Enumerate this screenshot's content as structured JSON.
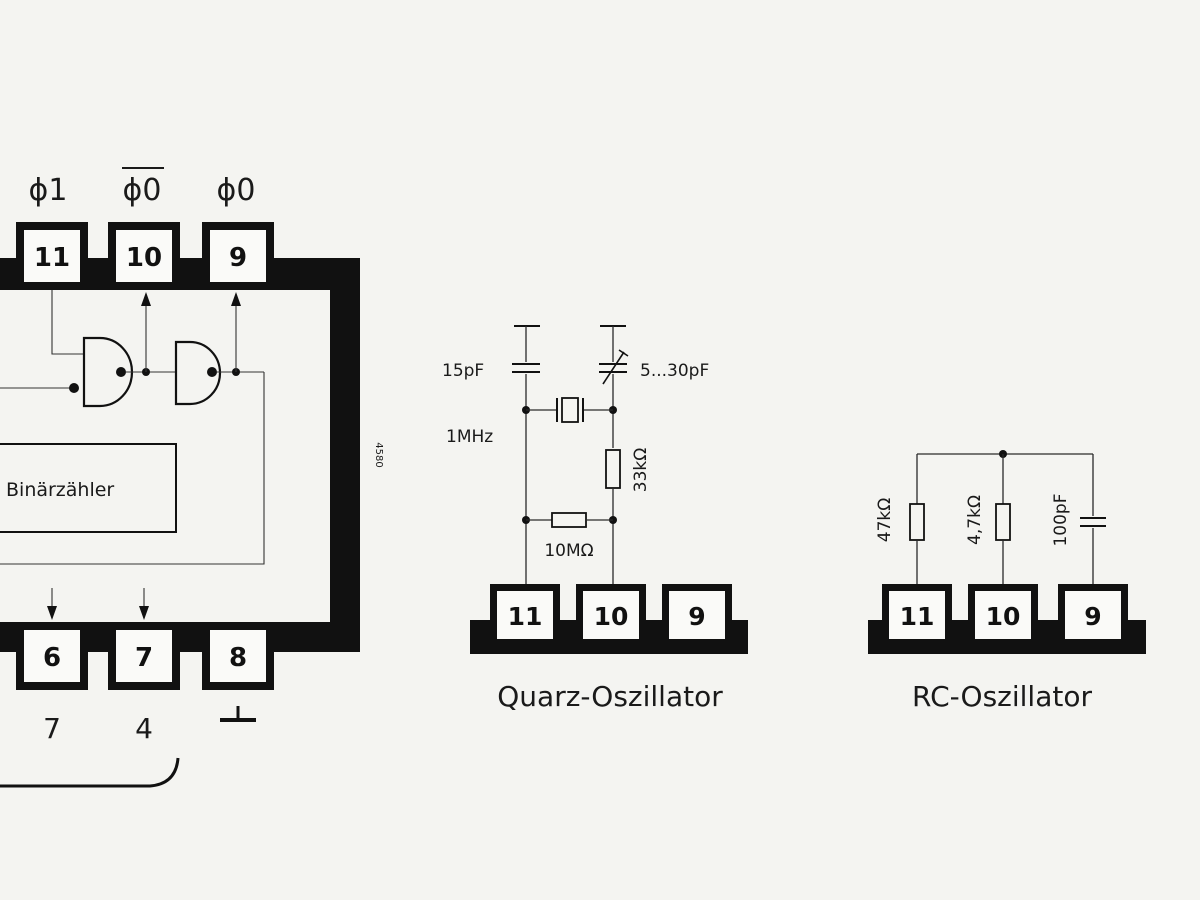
{
  "ic": {
    "top_pins": [
      {
        "number": "11",
        "signal": "ϕ1"
      },
      {
        "number": "10",
        "signal": "ϕ0"
      },
      {
        "number": "9",
        "signal": "ϕ0"
      }
    ],
    "bottom_pins": [
      {
        "number": "6",
        "note": "7"
      },
      {
        "number": "7",
        "note": "4"
      },
      {
        "number": "8"
      }
    ],
    "counter_label": "Binärzähler",
    "side_mark": "4580"
  },
  "quartz": {
    "title": "Quarz-Oszillator",
    "cap_left": "15pF",
    "cap_right": "5...30pF",
    "crystal": "1MHz",
    "resistor_series": "33kΩ",
    "resistor_feedback": "10MΩ",
    "pins": [
      "11",
      "10",
      "9"
    ]
  },
  "rc": {
    "title": "RC-Oszillator",
    "r1": "47kΩ",
    "r2": "4,7kΩ",
    "c1": "100pF",
    "pins": [
      "11",
      "10",
      "9"
    ]
  }
}
